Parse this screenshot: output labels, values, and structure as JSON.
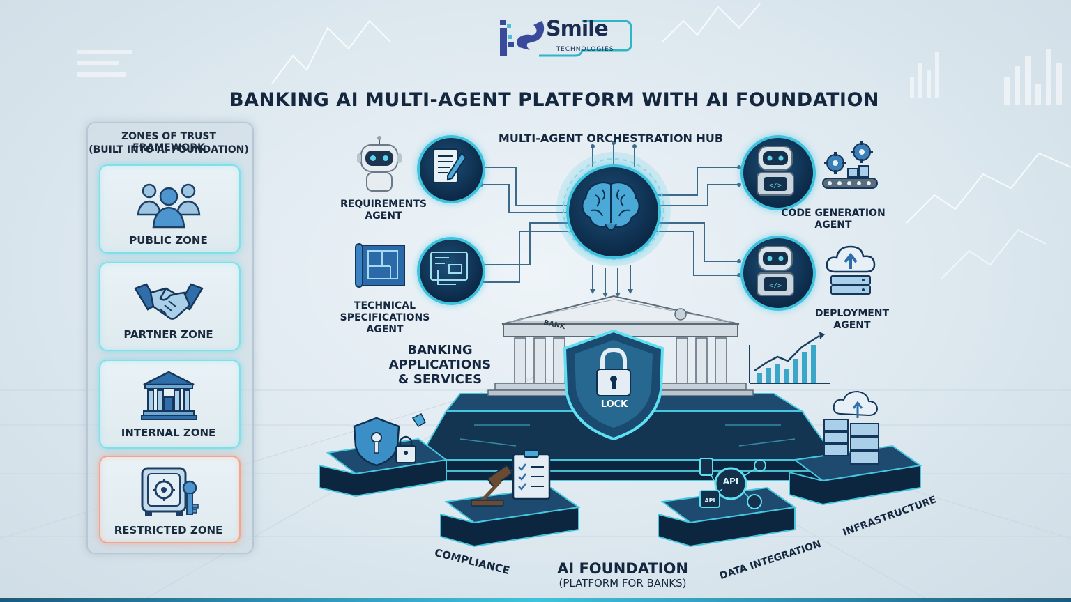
{
  "brand": {
    "logo_text": "Smile",
    "logo_sub": "TECHNOLOGIES"
  },
  "title": "BANKING AI MULTI-AGENT PLATFORM WITH AI FOUNDATION",
  "zones_panel": {
    "heading_line1": "ZONES OF TRUST FRAMEWORK",
    "heading_line2": "(BUILT INTO AI FOUNDATION)",
    "zones": [
      {
        "label": "PUBLIC ZONE",
        "icon": "people-icon"
      },
      {
        "label": "PARTNER ZONE",
        "icon": "handshake-icon"
      },
      {
        "label": "INTERNAL ZONE",
        "icon": "bank-building-icon"
      },
      {
        "label": "RESTRICTED ZONE",
        "icon": "safe-icon"
      }
    ]
  },
  "hub": {
    "label": "MULTI-AGENT ORCHESTRATION HUB",
    "icon": "brain-icon"
  },
  "agents": {
    "requirements": {
      "line1": "REQUIREMENTS",
      "line2": "AGENT"
    },
    "technical": {
      "line1": "TECHNICAL",
      "line2": "SPECIFICATIONS",
      "line3": "AGENT"
    },
    "code_generation": {
      "line1": "CODE GENERATION",
      "line2": "AGENT"
    },
    "deployment": {
      "line1": "DEPLOYMENT",
      "line2": "AGENT"
    }
  },
  "banking": {
    "line1": "BANKING",
    "line2": "APPLICATIONS",
    "line3": "& SERVICES",
    "building_sign": "BANK",
    "lock_label": "LOCK"
  },
  "foundation": {
    "title": "AI FOUNDATION",
    "subtitle": "(PLATFORM FOR BANKS)",
    "modules": {
      "compliance": "COMPLIANCE",
      "data_integration": "DATA INTEGRATION",
      "infrastructure": "INFRASTRUCTURE",
      "api_badge": "API",
      "api_small": "API"
    }
  },
  "colors": {
    "accent": "#3fc2dd",
    "dark_navy": "#0c2a48",
    "restricted": "#f2a58b",
    "title_text": "#14273f"
  }
}
